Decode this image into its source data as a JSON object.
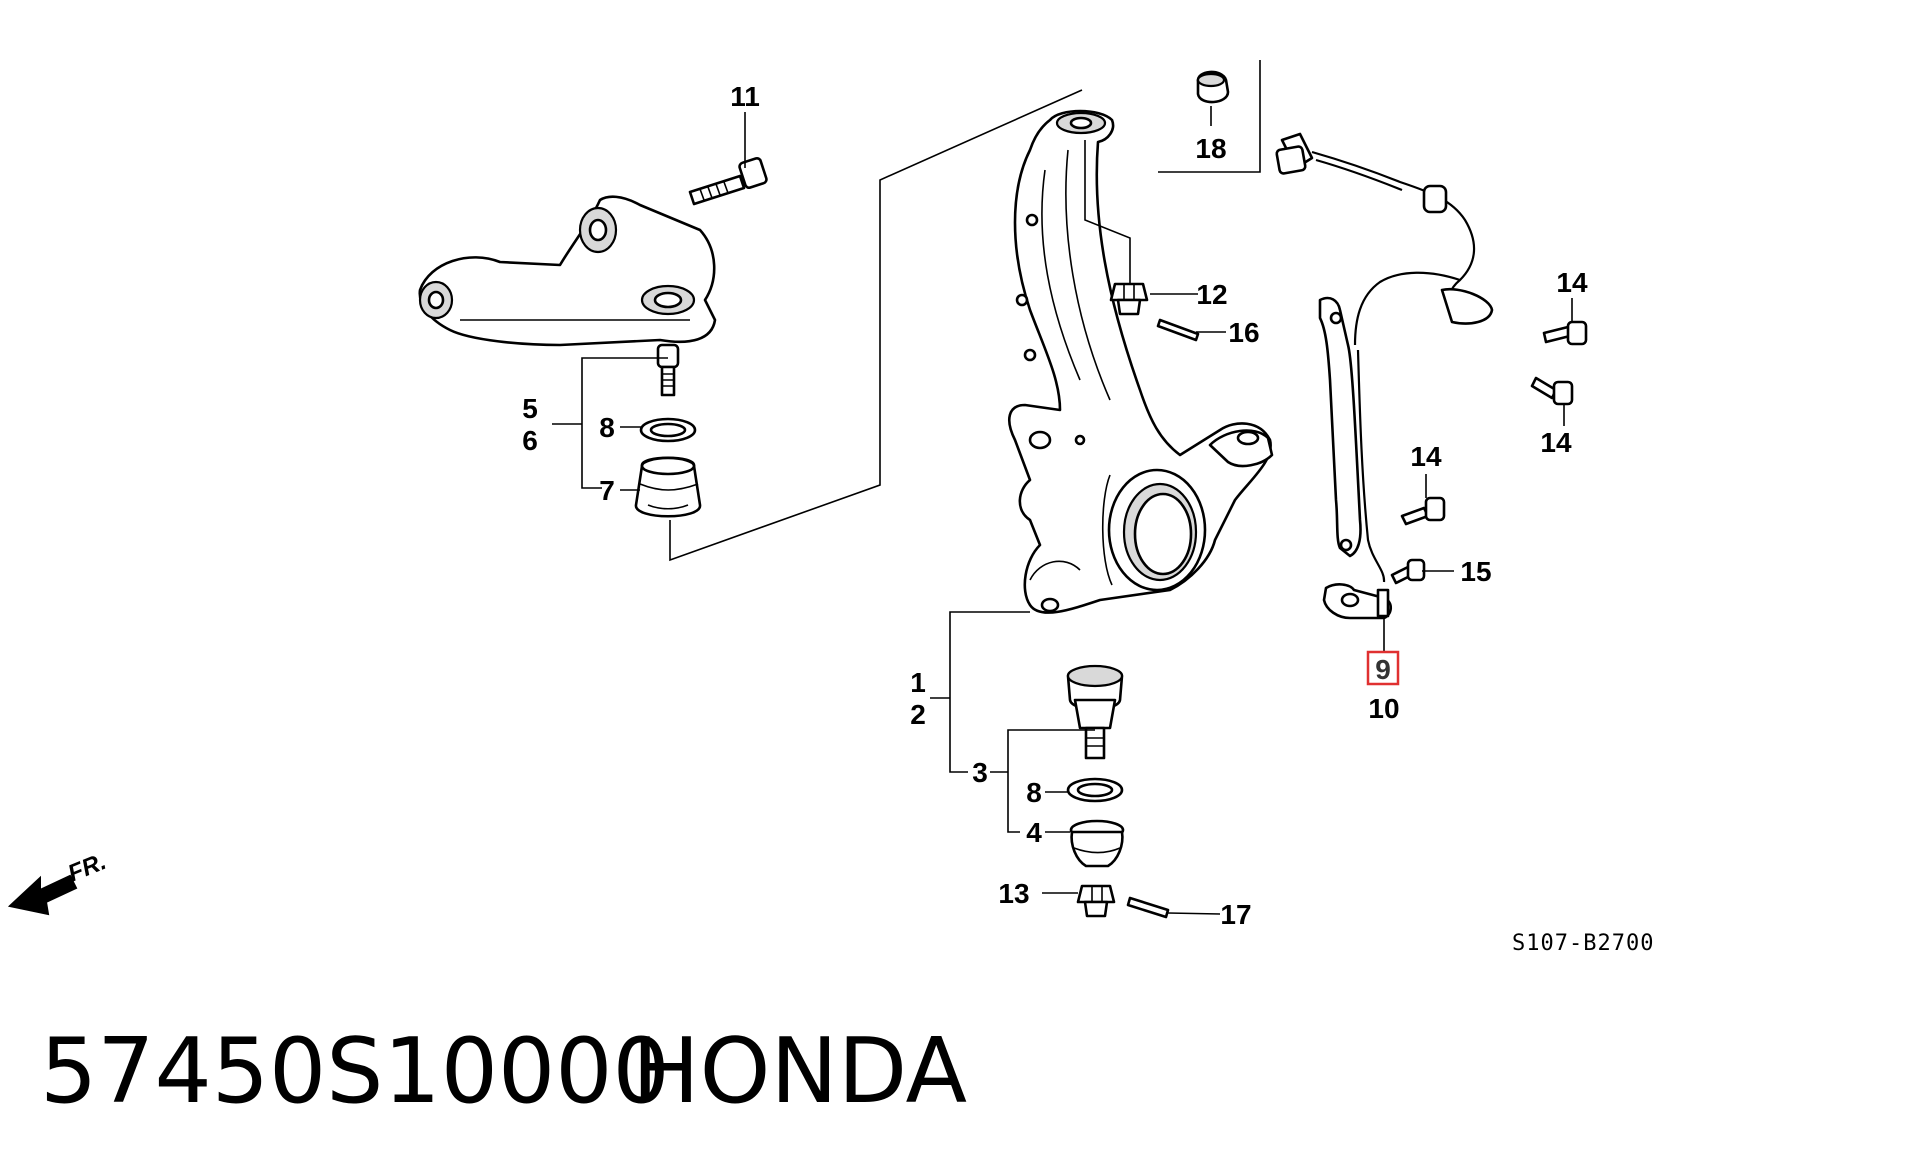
{
  "diagram": {
    "callouts": {
      "c1": "1",
      "c2": "2",
      "c3": "3",
      "c4": "4",
      "c5": "5",
      "c6": "6",
      "c7": "7",
      "c8a": "8",
      "c8b": "8",
      "c9": "9",
      "c10": "10",
      "c11": "11",
      "c12": "12",
      "c13": "13",
      "c14a": "14",
      "c14b": "14",
      "c14c": "14",
      "c15": "15",
      "c16": "16",
      "c17": "17",
      "c18": "18"
    },
    "highlighted_callout": "9",
    "highlight_color": "#e03030",
    "direction_label": "FR.",
    "drawing_code": "S107-B2700"
  },
  "caption": {
    "part_number": "57450S10000",
    "brand": "HONDA"
  }
}
